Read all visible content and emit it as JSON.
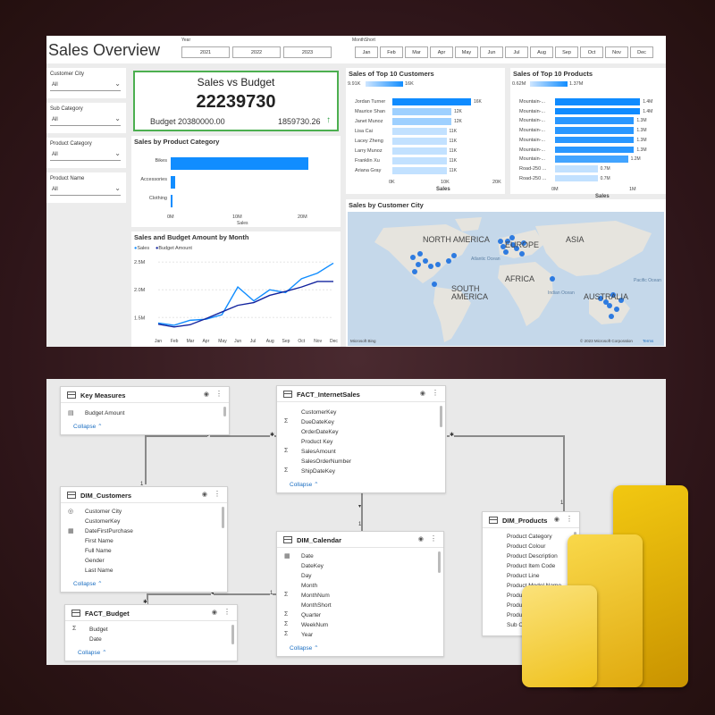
{
  "dashboard": {
    "title": "Sales Overview",
    "year": {
      "label": "Year",
      "options": [
        "2021",
        "2022",
        "2023"
      ]
    },
    "month": {
      "label": "MonthShort",
      "options": [
        "Jan",
        "Feb",
        "Mar",
        "Apr",
        "May",
        "Jun",
        "Jul",
        "Aug",
        "Sep",
        "Oct",
        "Nov",
        "Dec"
      ]
    },
    "slicers": [
      {
        "label": "Customer City",
        "value": "All"
      },
      {
        "label": "Sub Category",
        "value": "All"
      },
      {
        "label": "Product Category",
        "value": "All"
      },
      {
        "label": "Product Name",
        "value": "All"
      }
    ],
    "kpi": {
      "title": "Sales vs Budget",
      "value": "22239730",
      "budget": "Budget 20380000.00",
      "variance": "1859730.26",
      "up_color": "#2e9e44"
    },
    "category_chart": {
      "title": "Sales by Product Category",
      "x_title": "Sales",
      "ticks": [
        "0M",
        "10M",
        "20M"
      ]
    },
    "top_customers": {
      "title": "Sales of Top 10 Customers",
      "legend_min": "9.91K",
      "legend_max": "16K",
      "ticks": [
        "0K",
        "10K",
        "20K"
      ],
      "x_title": "Sales"
    },
    "top_products": {
      "title": "Sales of Top 10 Products",
      "legend_min": "0.62M",
      "legend_max": "1.37M",
      "ticks": [
        "0M",
        "1M"
      ],
      "x_title": "Sales"
    },
    "map": {
      "title": "Sales by Customer City",
      "labels": [
        "NORTH AMERICA",
        "EUROPE",
        "ASIA",
        "AFRICA",
        "SOUTH AMERICA",
        "AUSTRALIA",
        "Atlantic Ocean",
        "Indian Ocean",
        "Pacific Ocean"
      ],
      "brand": "Microsoft Bing",
      "copyright": "© 2023 Microsoft Corporation",
      "terms": "Terms"
    },
    "line_chart": {
      "title": "Sales and Budget Amount by Month",
      "legend": [
        "Sales",
        "Budget Amount"
      ],
      "yticks": [
        "2.5M",
        "2.0M",
        "1.5M"
      ]
    }
  },
  "chart_data": [
    {
      "type": "bar",
      "title": "Sales by Product Category",
      "categories": [
        "Bikes",
        "Accessories",
        "Clothing"
      ],
      "values": [
        21.2,
        0.7,
        0.34
      ],
      "xlabel": "Sales",
      "xlim": [
        0,
        22
      ],
      "unit": "M"
    },
    {
      "type": "bar",
      "title": "Sales of Top 10 Customers",
      "categories": [
        "Jordan Turner",
        "Maurice Shan",
        "Janet Munoz",
        "Lisa Cai",
        "Lacey Zheng",
        "Larry Munoz",
        "Franklin Xu",
        "Ariana Gray"
      ],
      "values": [
        16,
        12,
        12,
        11,
        11,
        11,
        11,
        11
      ],
      "data_labels": [
        "16K",
        "12K",
        "12K",
        "11K",
        "11K",
        "11K",
        "11K",
        "11K"
      ],
      "xlabel": "Sales",
      "xlim": [
        0,
        20
      ]
    },
    {
      "type": "bar",
      "title": "Sales of Top 10 Products",
      "categories": [
        "Mountain-...",
        "Mountain-...",
        "Mountain-...",
        "Mountain-...",
        "Mountain-...",
        "Mountain-...",
        "Mountain-...",
        "Road-250 ...",
        "Road-250 ..."
      ],
      "values": [
        1.4,
        1.4,
        1.3,
        1.3,
        1.3,
        1.3,
        1.2,
        0.7,
        0.7
      ],
      "data_labels": [
        "1.4M",
        "1.4M",
        "1.3M",
        "1.3M",
        "1.3M",
        "1.3M",
        "1.2M",
        "0.7M",
        "0.7M"
      ],
      "xlabel": "Sales",
      "xlim": [
        0,
        1.5
      ]
    },
    {
      "type": "line",
      "title": "Sales and Budget Amount by Month",
      "x": [
        "Jan",
        "Feb",
        "Mar",
        "Apr",
        "May",
        "Jun",
        "Jul",
        "Aug",
        "Sep",
        "Oct",
        "Nov",
        "Dec"
      ],
      "series": [
        {
          "name": "Sales",
          "values": [
            1.4,
            1.36,
            1.45,
            1.47,
            1.55,
            2.05,
            1.8,
            2.0,
            1.95,
            2.2,
            2.3,
            2.48
          ],
          "color": "#118dff"
        },
        {
          "name": "Budget Amount",
          "values": [
            1.38,
            1.33,
            1.37,
            1.48,
            1.6,
            1.72,
            1.77,
            1.9,
            1.97,
            2.05,
            2.15,
            2.15
          ],
          "color": "#12239e"
        }
      ],
      "ylim": [
        1.15,
        2.6
      ]
    }
  ],
  "model": {
    "tables": [
      {
        "id": "key_measures",
        "title": "Key Measures",
        "fields": [
          {
            "name": "Budget Amount",
            "icon": "calculator-icon"
          }
        ],
        "collapse": "Collapse"
      },
      {
        "id": "fact_internet_sales",
        "title": "FACT_InternetSales",
        "fields": [
          {
            "name": "CustomerKey",
            "icon": ""
          },
          {
            "name": "DueDateKey",
            "icon": "sigma-icon"
          },
          {
            "name": "OrderDateKey",
            "icon": ""
          },
          {
            "name": "Product Key",
            "icon": ""
          },
          {
            "name": "SalesAmount",
            "icon": "sigma-icon"
          },
          {
            "name": "SalesOrderNumber",
            "icon": ""
          },
          {
            "name": "ShipDateKey",
            "icon": "sigma-icon"
          }
        ],
        "collapse": "Collapse"
      },
      {
        "id": "dim_customers",
        "title": "DIM_Customers",
        "fields": [
          {
            "name": "Customer City",
            "icon": "globe-icon"
          },
          {
            "name": "CustomerKey",
            "icon": ""
          },
          {
            "name": "DateFirstPurchase",
            "icon": "calendar-icon"
          },
          {
            "name": "First Name",
            "icon": ""
          },
          {
            "name": "Full Name",
            "icon": ""
          },
          {
            "name": "Gender",
            "icon": ""
          },
          {
            "name": "Last Name",
            "icon": ""
          }
        ],
        "collapse": "Collapse"
      },
      {
        "id": "dim_calendar",
        "title": "DIM_Calendar",
        "fields": [
          {
            "name": "Date",
            "icon": "calendar-icon"
          },
          {
            "name": "DateKey",
            "icon": ""
          },
          {
            "name": "Day",
            "icon": ""
          },
          {
            "name": "Month",
            "icon": ""
          },
          {
            "name": "MonthNum",
            "icon": "sigma-icon"
          },
          {
            "name": "MonthShort",
            "icon": ""
          },
          {
            "name": "Quarter",
            "icon": "sigma-icon"
          },
          {
            "name": "WeekNum",
            "icon": "sigma-icon"
          },
          {
            "name": "Year",
            "icon": "sigma-icon"
          }
        ],
        "collapse": "Collapse"
      },
      {
        "id": "fact_budget",
        "title": "FACT_Budget",
        "fields": [
          {
            "name": "Budget",
            "icon": "sigma-icon"
          },
          {
            "name": "Date",
            "icon": ""
          }
        ],
        "collapse": "Collapse"
      },
      {
        "id": "dim_products",
        "title": "DIM_Products",
        "fields": [
          {
            "name": "Product Category",
            "icon": ""
          },
          {
            "name": "Product Colour",
            "icon": ""
          },
          {
            "name": "Product Description",
            "icon": ""
          },
          {
            "name": "Product Item Code",
            "icon": ""
          },
          {
            "name": "Product Line",
            "icon": ""
          },
          {
            "name": "Product Model Name",
            "icon": ""
          },
          {
            "name": "Product Name",
            "icon": ""
          },
          {
            "name": "Product Size",
            "icon": ""
          },
          {
            "name": "Product Sub",
            "icon": ""
          },
          {
            "name": "Sub Category",
            "icon": ""
          }
        ],
        "collapse": ""
      }
    ]
  },
  "colors": {
    "accent": "#118dff",
    "budget": "#12239e",
    "kpi_border": "#4caf50"
  }
}
